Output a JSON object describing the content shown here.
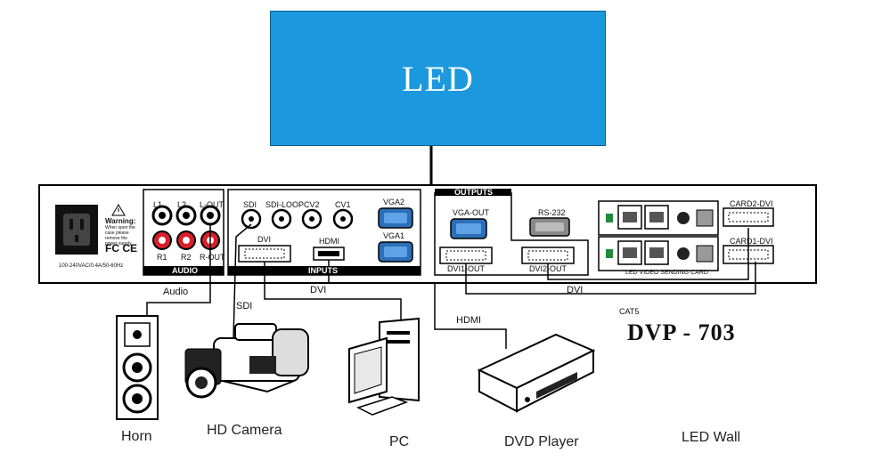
{
  "led": {
    "title": "LED"
  },
  "processor": {
    "model": "DVP - 703",
    "power": {
      "warning_title": "Warning:",
      "warning_text": "When open the case please remove the power supply",
      "fcc": "FC CE",
      "rating": "100-240VAC/0.4A/50-60Hz"
    },
    "audio": {
      "section": "AUDIO",
      "ports": [
        "L1",
        "L2",
        "L-OUT",
        "R1",
        "R2",
        "R-OUT"
      ]
    },
    "inputs": {
      "section": "INPUTS",
      "ports": [
        "SDI",
        "SDI-LOOP",
        "CV2",
        "CV1",
        "VGA2",
        "DVI",
        "HDMI",
        "VGA1"
      ]
    },
    "outputs": {
      "section": "OUTPUTS",
      "ports": [
        "VGA-OUT",
        "RS-232",
        "DVI1-OUT",
        "DVI2-OUT"
      ]
    },
    "sending_card": {
      "caption": "LED VIDEO SENDING CARD",
      "ports": [
        "CARD2-DVI",
        "CARD1-DVI"
      ]
    }
  },
  "connections": {
    "audio": "Audio",
    "sdi": "SDI",
    "dvi_in": "DVI",
    "hdmi": "HDMI",
    "dvi_out": "DVI",
    "cat5": "CAT5"
  },
  "devices": {
    "horn": "Horn",
    "camera": "HD Camera",
    "pc": "PC",
    "dvd": "DVD Player",
    "wall": "LED Wall"
  }
}
